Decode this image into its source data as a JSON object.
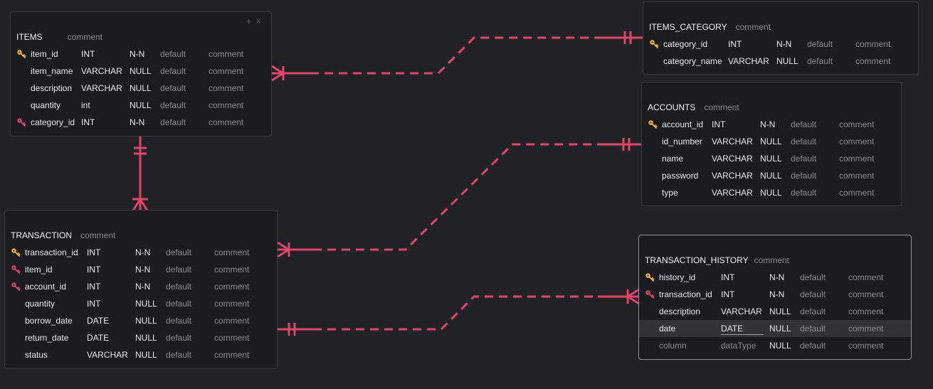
{
  "colors": {
    "relation": "#e0456a",
    "pk_key": "#f5b82e",
    "fk_key": "#e0456a"
  },
  "window_controls": {
    "add": "+",
    "close": "×"
  },
  "tables": {
    "items": {
      "name": "ITEMS",
      "comment": "comment",
      "columns": [
        {
          "name": "item_id",
          "type": "INT",
          "null": "N-N",
          "default": "default",
          "comment": "comment",
          "key": "pk"
        },
        {
          "name": "item_name",
          "type": "VARCHAR",
          "null": "NULL",
          "default": "default",
          "comment": "comment",
          "key": ""
        },
        {
          "name": "description",
          "type": "VARCHAR",
          "null": "NULL",
          "default": "default",
          "comment": "comment",
          "key": ""
        },
        {
          "name": "quantity",
          "type": "int",
          "null": "NULL",
          "default": "default",
          "comment": "comment",
          "key": ""
        },
        {
          "name": "category_id",
          "type": "INT",
          "null": "N-N",
          "default": "default",
          "comment": "comment",
          "key": "fk"
        }
      ]
    },
    "items_category": {
      "name": "ITEMS_CATEGORY",
      "comment": "comment",
      "columns": [
        {
          "name": "category_id",
          "type": "INT",
          "null": "N-N",
          "default": "default",
          "comment": "comment",
          "key": "pk"
        },
        {
          "name": "category_name",
          "type": "VARCHAR",
          "null": "NULL",
          "default": "default",
          "comment": "comment",
          "key": ""
        }
      ]
    },
    "accounts": {
      "name": "ACCOUNTS",
      "comment": "comment",
      "columns": [
        {
          "name": "account_id",
          "type": "INT",
          "null": "N-N",
          "default": "default",
          "comment": "comment",
          "key": "pk"
        },
        {
          "name": "id_number",
          "type": "VARCHAR",
          "null": "NULL",
          "default": "default",
          "comment": "comment",
          "key": ""
        },
        {
          "name": "name",
          "type": "VARCHAR",
          "null": "NULL",
          "default": "default",
          "comment": "comment",
          "key": ""
        },
        {
          "name": "password",
          "type": "VARCHAR",
          "null": "NULL",
          "default": "default",
          "comment": "comment",
          "key": ""
        },
        {
          "name": "type",
          "type": "VARCHAR",
          "null": "NULL",
          "default": "default",
          "comment": "comment",
          "key": ""
        }
      ]
    },
    "transaction": {
      "name": "TRANSACTION",
      "comment": "comment",
      "columns": [
        {
          "name": "transaction_id",
          "type": "INT",
          "null": "N-N",
          "default": "default",
          "comment": "comment",
          "key": "pk"
        },
        {
          "name": "item_id",
          "type": "INT",
          "null": "N-N",
          "default": "default",
          "comment": "comment",
          "key": "fk"
        },
        {
          "name": "account_id",
          "type": "INT",
          "null": "N-N",
          "default": "default",
          "comment": "comment",
          "key": "fk"
        },
        {
          "name": "quantity",
          "type": "INT",
          "null": "NULL",
          "default": "default",
          "comment": "comment",
          "key": ""
        },
        {
          "name": "borrow_date",
          "type": "DATE",
          "null": "NULL",
          "default": "default",
          "comment": "comment",
          "key": ""
        },
        {
          "name": "return_date",
          "type": "DATE",
          "null": "NULL",
          "default": "default",
          "comment": "comment",
          "key": ""
        },
        {
          "name": "status",
          "type": "VARCHAR",
          "null": "NULL",
          "default": "default",
          "comment": "comment",
          "key": ""
        }
      ]
    },
    "transaction_history": {
      "name": "TRANSACTION_HISTORY",
      "comment": "comment",
      "columns": [
        {
          "name": "history_id",
          "type": "INT",
          "null": "N-N",
          "default": "default",
          "comment": "comment",
          "key": "pk"
        },
        {
          "name": "transaction_id",
          "type": "INT",
          "null": "N-N",
          "default": "default",
          "comment": "comment",
          "key": "fk"
        },
        {
          "name": "description",
          "type": "VARCHAR",
          "null": "NULL",
          "default": "default",
          "comment": "comment",
          "key": ""
        },
        {
          "name": "date",
          "type": "DATE",
          "null": "NULL",
          "default": "default",
          "comment": "comment",
          "key": ""
        },
        {
          "name": "column",
          "type": "dataType",
          "null": "NULL",
          "default": "default",
          "comment": "comment",
          "key": ""
        }
      ]
    }
  },
  "relations": [
    {
      "from": "items",
      "to": "items_category",
      "from_end": "many",
      "to_end": "one"
    },
    {
      "from": "items",
      "to": "transaction",
      "from_end": "one",
      "to_end": "many"
    },
    {
      "from": "transaction",
      "to": "accounts",
      "from_end": "many",
      "to_end": "one"
    },
    {
      "from": "transaction",
      "to": "transaction_history",
      "from_end": "one",
      "to_end": "many"
    }
  ]
}
